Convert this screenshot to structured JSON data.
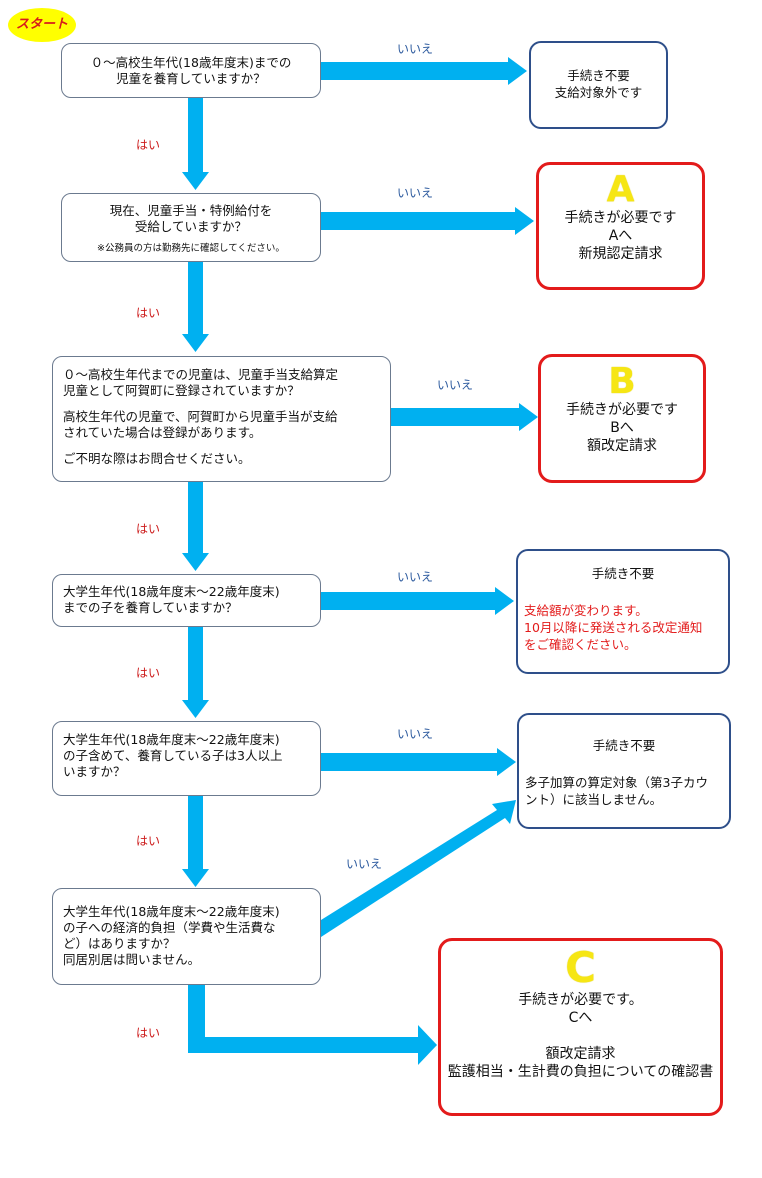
{
  "start": "スタート",
  "labels": {
    "yes": "はい",
    "no": "いいえ"
  },
  "questions": [
    {
      "lines": [
        "０～高校生年代(18歳年度末)までの",
        "児童を養育していますか？"
      ]
    },
    {
      "lines": [
        "現在、児童手当・特例給付を",
        "受給していますか？"
      ],
      "note": "※公務員の方は勤務先に確認してください。"
    },
    {
      "lines": [
        "０～高校生年代までの児童は、児童手当支給算定",
        "児童として阿賀町に登録されていますか？",
        "",
        "高校生年代の児童で、阿賀町から児童手当が支給",
        "されていた場合は登録があります。",
        "",
        "ご不明な際はお問合せください。"
      ]
    },
    {
      "lines": [
        "大学生年代(18歳年度末～22歳年度末)",
        "までの子を養育していますか？"
      ]
    },
    {
      "lines": [
        "大学生年代(18歳年度末～22歳年度末)",
        "の子含めて、養育している子は3人以上",
        "いますか？"
      ]
    },
    {
      "lines": [
        "大学生年代(18歳年度末～22歳年度末)",
        "の子への経済的負担（学費や生活費な",
        "ど）はありますか？",
        "同居別居は問いません。"
      ]
    }
  ],
  "results": {
    "r1": {
      "lines": [
        "手続き不要",
        "支給対象外です"
      ]
    },
    "a": {
      "letter": "A",
      "lines": [
        "手続きが必要です",
        "Aへ",
        "新規認定請求"
      ]
    },
    "b": {
      "letter": "B",
      "lines": [
        "手続きが必要です",
        "Bへ",
        "額改定請求"
      ]
    },
    "r4": {
      "title": "手続き不要",
      "red_lines": [
        "支給額が変わります。",
        "10月以降に発送される改定通知",
        "をご確認ください。"
      ]
    },
    "r5": {
      "title": "手続き不要",
      "lines": [
        "多子加算の算定対象（第3子カウ",
        "ント）に該当しません。"
      ]
    },
    "c": {
      "letter": "C",
      "lines": [
        "手続きが必要です。",
        "Cへ",
        "",
        "額改定請求",
        "監護相当・生計費の負担についての確認書"
      ]
    }
  },
  "colors": {
    "arrow": "#00b0f0",
    "red_border": "#e31b1b",
    "blue_border": "#2e4f8a",
    "start_bg": "#ffff00",
    "letter": "#f6e614"
  }
}
